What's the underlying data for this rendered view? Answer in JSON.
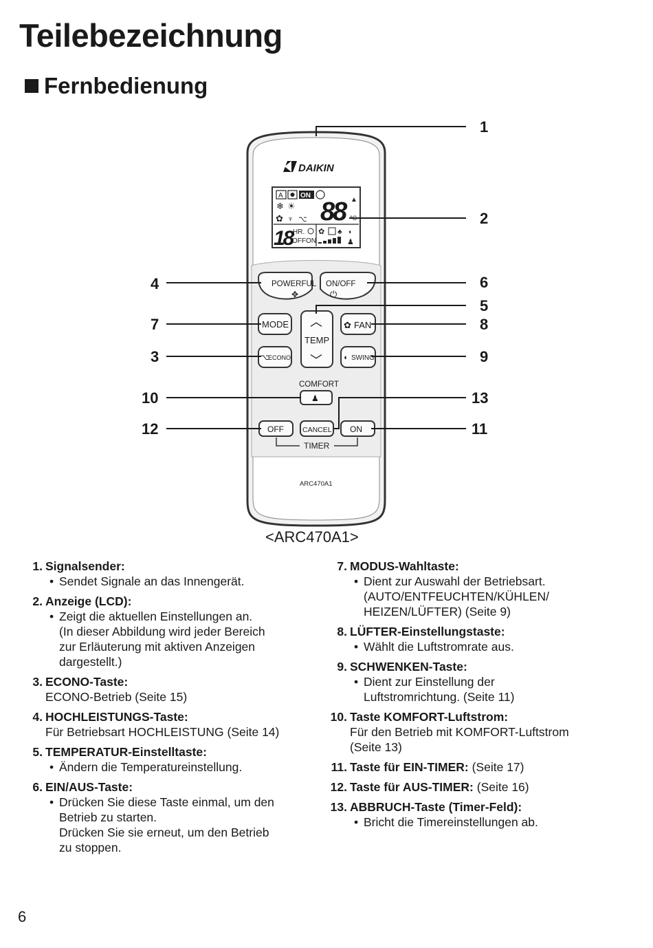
{
  "title": "Teilebezeichnung",
  "section": "Fernbedienung",
  "remote": {
    "brand": "DAIKIN",
    "model_label": "ARC470A1",
    "caption": "<ARC470A1>",
    "lcd": {
      "icon_auto": "A",
      "icon_on": "ON",
      "temp_digits": "88",
      "temp_unit": "°C",
      "timer_digits": "18",
      "timer_hr": "HR.",
      "timer_offon": "OFFON"
    },
    "buttons": {
      "powerful": "POWERFUL",
      "onoff": "ON/OFF",
      "mode": "MODE",
      "temp": "TEMP",
      "fan": "FAN",
      "econo": "ECONO",
      "swing": "SWING",
      "comfort": "COMFORT",
      "timer_off": "OFF",
      "timer_cancel": "CANCEL",
      "timer_on": "ON",
      "timer_label": "TIMER"
    }
  },
  "callouts": [
    "1",
    "2",
    "3",
    "4",
    "5",
    "6",
    "7",
    "8",
    "9",
    "10",
    "11",
    "12",
    "13"
  ],
  "items_left": [
    {
      "num": "1.",
      "title": "Signalsender:",
      "bullets": [
        "Sendet Signale an das Innengerät."
      ],
      "plain": [],
      "extra": []
    },
    {
      "num": "2.",
      "title": "Anzeige (LCD):",
      "bullets": [
        "Zeigt die aktuellen Einstellungen an."
      ],
      "plain": [],
      "extra": [
        "(In dieser Abbildung wird jeder Bereich",
        "zur Erläuterung mit aktiven Anzeigen",
        "dargestellt.)"
      ]
    },
    {
      "num": "3.",
      "title": "ECONO-Taste:",
      "bullets": [],
      "plain": [
        "ECONO-Betrieb (Seite 15)"
      ],
      "extra": []
    },
    {
      "num": "4.",
      "title": "HOCHLEISTUNGS-Taste:",
      "bullets": [],
      "plain": [
        "Für Betriebsart HOCHLEISTUNG (Seite 14)"
      ],
      "extra": []
    },
    {
      "num": "5.",
      "title": "TEMPERATUR-Einstelltaste:",
      "bullets": [
        "Ändern die Temperatureinstellung."
      ],
      "plain": [],
      "extra": []
    },
    {
      "num": "6.",
      "title": "EIN/AUS-Taste:",
      "bullets": [
        "Drücken Sie diese Taste einmal, um den"
      ],
      "plain": [],
      "extra": [
        "Betrieb zu starten.",
        "Drücken Sie sie erneut, um den Betrieb",
        "zu stoppen."
      ]
    }
  ],
  "items_right": [
    {
      "num": "7.",
      "title": "MODUS-Wahltaste:",
      "suffix": "",
      "bullets": [
        "Dient zur Auswahl der Betriebsart."
      ],
      "plain": [],
      "extra": [
        "(AUTO/ENTFEUCHTEN/KÜHLEN/",
        "HEIZEN/LÜFTER) (Seite 9)"
      ]
    },
    {
      "num": "8.",
      "title": "LÜFTER-Einstellungstaste:",
      "suffix": "",
      "bullets": [
        "Wählt die Luftstromrate aus."
      ],
      "plain": [],
      "extra": []
    },
    {
      "num": "9.",
      "title": "SCHWENKEN-Taste:",
      "suffix": "",
      "bullets": [
        "Dient zur Einstellung der"
      ],
      "plain": [],
      "extra": [
        "Luftstromrichtung. (Seite 11)"
      ]
    },
    {
      "num": "10.",
      "title": "Taste KOMFORT-Luftstrom:",
      "suffix": "",
      "bullets": [],
      "plain": [
        "Für den Betrieb mit KOMFORT-Luftstrom",
        "(Seite 13)"
      ],
      "extra": []
    },
    {
      "num": "11.",
      "title": "Taste für EIN-TIMER:",
      "suffix": " (Seite 17)",
      "bullets": [],
      "plain": [],
      "extra": []
    },
    {
      "num": "12.",
      "title": "Taste für AUS-TIMER:",
      "suffix": " (Seite 16)",
      "bullets": [],
      "plain": [],
      "extra": []
    },
    {
      "num": "13.",
      "title": "ABBRUCH-Taste (Timer-Feld):",
      "suffix": "",
      "bullets": [
        "Bricht die Timereinstellungen ab."
      ],
      "plain": [],
      "extra": []
    }
  ],
  "page_number": "6"
}
